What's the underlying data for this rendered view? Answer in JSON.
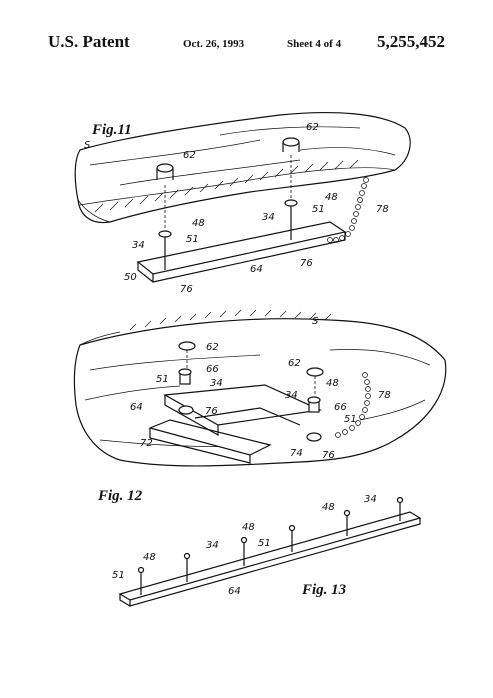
{
  "header": {
    "title": "U.S. Patent",
    "date": "Oct. 26, 1993",
    "sheet": "Sheet 4 of 4",
    "patent_number": "5,255,452"
  },
  "figures": {
    "fig11": {
      "caption": "Fig.11",
      "refs": [
        "S",
        "62",
        "62",
        "48",
        "78",
        "48",
        "51",
        "34",
        "51",
        "34",
        "76",
        "50",
        "64",
        "76"
      ]
    },
    "fig12": {
      "caption": "Fig. 12",
      "refs": [
        "S",
        "62",
        "62",
        "66",
        "48",
        "34",
        "51",
        "78",
        "64",
        "76",
        "34",
        "66",
        "51",
        "72",
        "74",
        "76"
      ]
    },
    "fig13": {
      "caption": "Fig. 13",
      "refs": [
        "48",
        "34",
        "48",
        "51",
        "48",
        "34",
        "51",
        "64"
      ]
    }
  },
  "colors": {
    "ink": "#111111",
    "paper": "#ffffff"
  }
}
